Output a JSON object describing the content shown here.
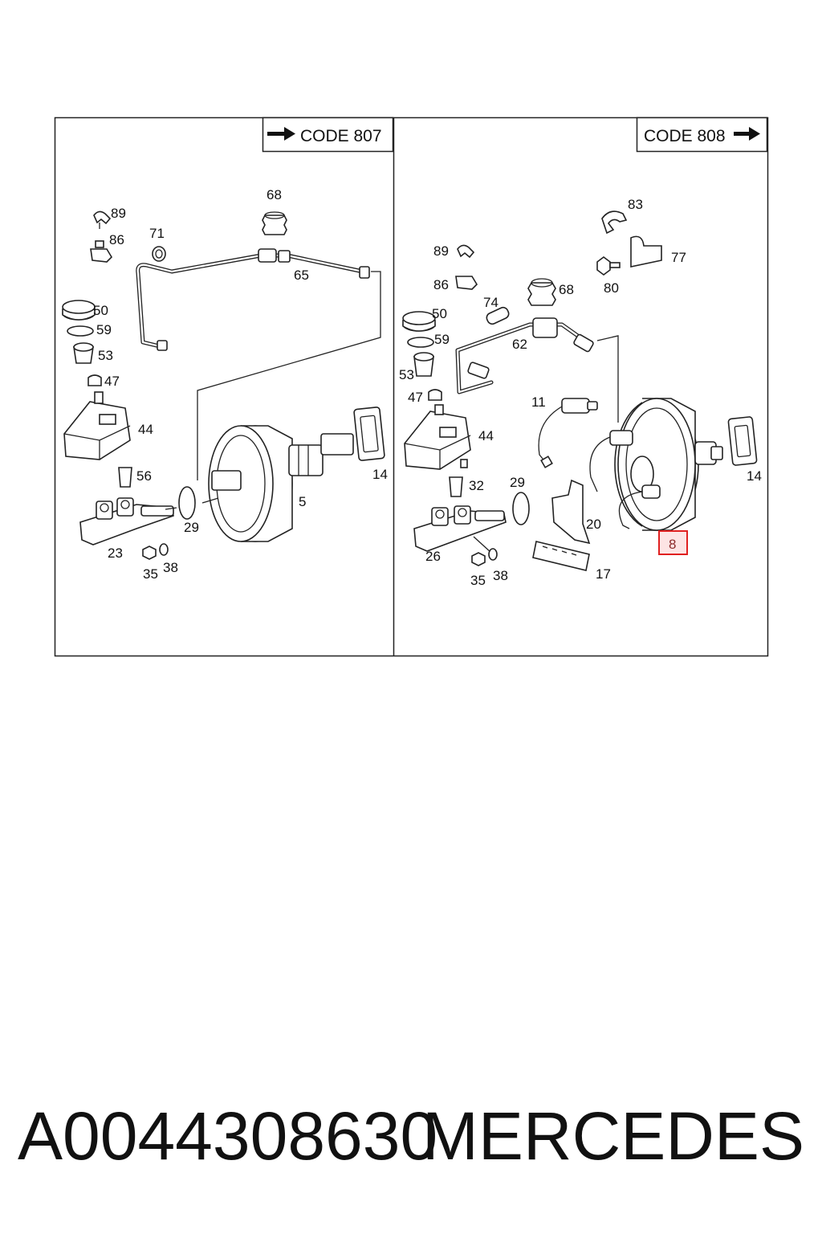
{
  "panels": {
    "left": {
      "code_label": "CODE 807",
      "labels": {
        "l89": "89",
        "l86": "86",
        "l71": "71",
        "l68": "68",
        "l65": "65",
        "l50": "50",
        "l59": "59",
        "l53": "53",
        "l47": "47",
        "l44": "44",
        "l56": "56",
        "l14": "14",
        "l5": "5",
        "l29": "29",
        "l23": "23",
        "l35": "35",
        "l38": "38"
      }
    },
    "right": {
      "code_label": "CODE 808",
      "labels": {
        "l83": "83",
        "l77": "77",
        "l80": "80",
        "l89": "89",
        "l86": "86",
        "l68": "68",
        "l74": "74",
        "l50": "50",
        "l59": "59",
        "l62": "62",
        "l53": "53",
        "l47": "47",
        "l11": "11",
        "l44": "44",
        "l32": "32",
        "l29": "29",
        "l20": "20",
        "l14": "14",
        "l26": "26",
        "l35": "35",
        "l38": "38",
        "l17": "17",
        "l8": "8"
      }
    }
  },
  "highlight": {
    "label": "8",
    "border_color": "#e02020",
    "fill_color": "#fde4e4"
  },
  "footer": {
    "part_number": "A0044308630",
    "brand": "MERCEDES"
  }
}
